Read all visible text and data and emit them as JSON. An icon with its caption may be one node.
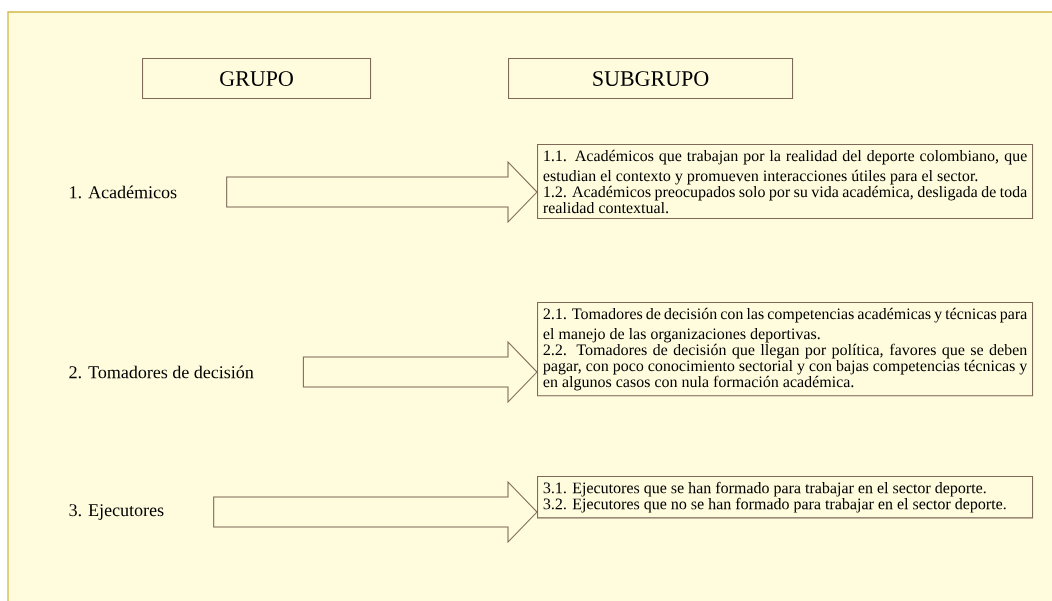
{
  "diagram": {
    "nodes": [
      {
        "text": [
          "GRUPO"
        ]
      },
      {
        "text": [
          "SUBGRUPO"
        ]
      },
      {
        "text": [
          "1. Académicos"
        ]
      },
      {
        "text": [
          "1.1. Académicos que trabajan por la realidad del deporte colombiano, que estudian el contexto y promueven interacciones útiles para el sector.",
          "1.2. Académicos preocupados solo por su vida académica, desligada de toda realidad contextual."
        ]
      },
      {
        "text": [
          "2. Tomadores de decisión"
        ]
      },
      {
        "text": [
          "2.1. Tomadores de decisión con las competencias académicas y técnicas para el manejo de las organizaciones deportivas.",
          "2.2. Tomadores de decisión que llegan por política, favores que se deben pagar, con poco conocimiento sectorial y con bajas competencias técnicas y en algunos casos con nula formación académica."
        ]
      },
      {
        "text": [
          "3. Ejecutores"
        ]
      },
      {
        "text": [
          "3.1. Ejecutores que se han formado para trabajar en el sector deporte.",
          "3.2. Ejecutores que no se han formado para trabajar en el sector deporte."
        ]
      }
    ],
    "edges": [
      {
        "from": 2,
        "to": 3,
        "arrow": "to"
      },
      {
        "from": 4,
        "to": 5,
        "arrow": "to"
      },
      {
        "from": 6,
        "to": 7,
        "arrow": "to"
      }
    ]
  }
}
